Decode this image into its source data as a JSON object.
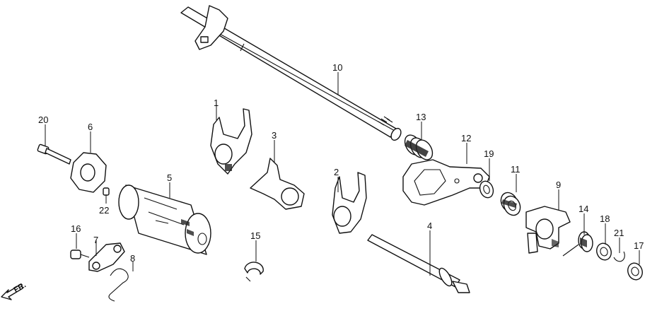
{
  "diagram": {
    "parts": [
      {
        "id": "1",
        "label": "1",
        "name": "shift-fork"
      },
      {
        "id": "2",
        "label": "2",
        "name": "shift-fork"
      },
      {
        "id": "3",
        "label": "3",
        "name": "shift-fork"
      },
      {
        "id": "4",
        "label": "4",
        "name": "fork-shaft"
      },
      {
        "id": "5",
        "label": "5",
        "name": "shift-drum"
      },
      {
        "id": "6",
        "label": "6",
        "name": "drum-stopper-plate"
      },
      {
        "id": "7",
        "label": "7",
        "name": "stopper-arm"
      },
      {
        "id": "8",
        "label": "8",
        "name": "stopper-spring"
      },
      {
        "id": "9",
        "label": "9",
        "name": "shift-arm"
      },
      {
        "id": "10",
        "label": "10",
        "name": "gearshift-spindle"
      },
      {
        "id": "11",
        "label": "11",
        "name": "spring"
      },
      {
        "id": "12",
        "label": "12",
        "name": "spindle-plate"
      },
      {
        "id": "13",
        "label": "13",
        "name": "return-spring"
      },
      {
        "id": "14",
        "label": "14",
        "name": "torsion-spring"
      },
      {
        "id": "15",
        "label": "15",
        "name": "clip"
      },
      {
        "id": "16",
        "label": "16",
        "name": "bolt"
      },
      {
        "id": "17",
        "label": "17",
        "name": "washer"
      },
      {
        "id": "18",
        "label": "18",
        "name": "washer"
      },
      {
        "id": "19",
        "label": "19",
        "name": "washer"
      },
      {
        "id": "20",
        "label": "20",
        "name": "bolt"
      },
      {
        "id": "21",
        "label": "21",
        "name": "circlip"
      },
      {
        "id": "22",
        "label": "22",
        "name": "dowel-pin"
      }
    ],
    "direction_label": "FR."
  }
}
